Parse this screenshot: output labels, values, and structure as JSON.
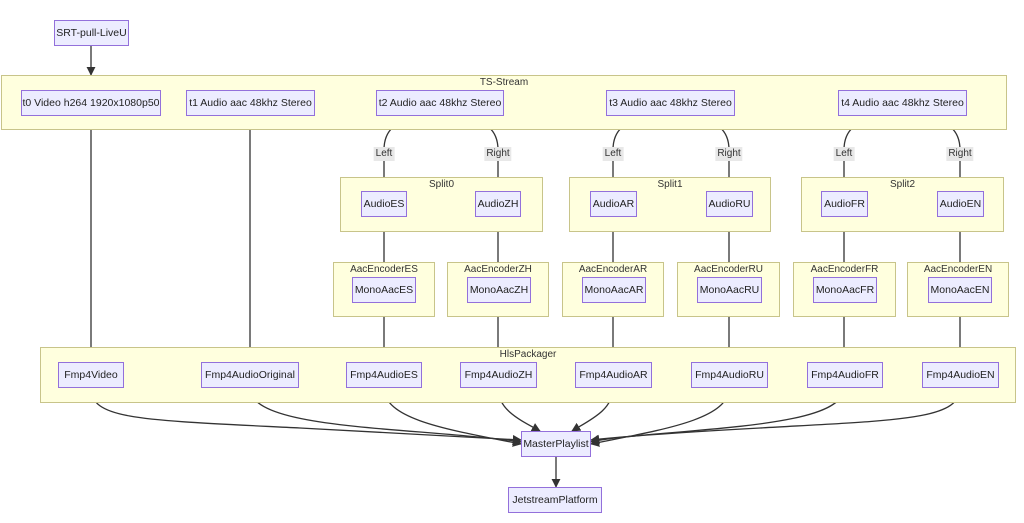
{
  "clusters": {
    "ts_stream": "TS-Stream",
    "split0": "Split0",
    "split1": "Split1",
    "split2": "Split2",
    "enc_es": "AacEncoderES",
    "enc_zh": "AacEncoderZH",
    "enc_ar": "AacEncoderAR",
    "enc_ru": "AacEncoderRU",
    "enc_fr": "AacEncoderFR",
    "enc_en": "AacEncoderEN",
    "hls": "HlsPackager"
  },
  "nodes": {
    "srt": "SRT-pull-LiveU",
    "t0": "t0 Video h264 1920x1080p50",
    "t1": "t1 Audio aac 48khz Stereo",
    "t2": "t2 Audio aac 48khz Stereo",
    "t3": "t3 Audio aac 48khz Stereo",
    "t4": "t4 Audio aac 48khz Stereo",
    "audio_es": "AudioES",
    "audio_zh": "AudioZH",
    "audio_ar": "AudioAR",
    "audio_ru": "AudioRU",
    "audio_fr": "AudioFR",
    "audio_en": "AudioEN",
    "mono_es": "MonoAacES",
    "mono_zh": "MonoAacZH",
    "mono_ar": "MonoAacAR",
    "mono_ru": "MonoAacRU",
    "mono_fr": "MonoAacFR",
    "mono_en": "MonoAacEN",
    "fmp4_video": "Fmp4Video",
    "fmp4_orig": "Fmp4AudioOriginal",
    "fmp4_es": "Fmp4AudioES",
    "fmp4_zh": "Fmp4AudioZH",
    "fmp4_ar": "Fmp4AudioAR",
    "fmp4_ru": "Fmp4AudioRU",
    "fmp4_fr": "Fmp4AudioFR",
    "fmp4_en": "Fmp4AudioEN",
    "master": "MasterPlaylist",
    "jetstream": "JetstreamPlatform"
  },
  "edge_labels": {
    "left": "Left",
    "right": "Right"
  },
  "colors": {
    "node_fill": "#ececff",
    "node_border": "#9370db",
    "cluster_fill": "#ffffde",
    "cluster_border": "#c8c48a",
    "edge": "#333333",
    "edge_label_bg": "#e8e8e8"
  }
}
